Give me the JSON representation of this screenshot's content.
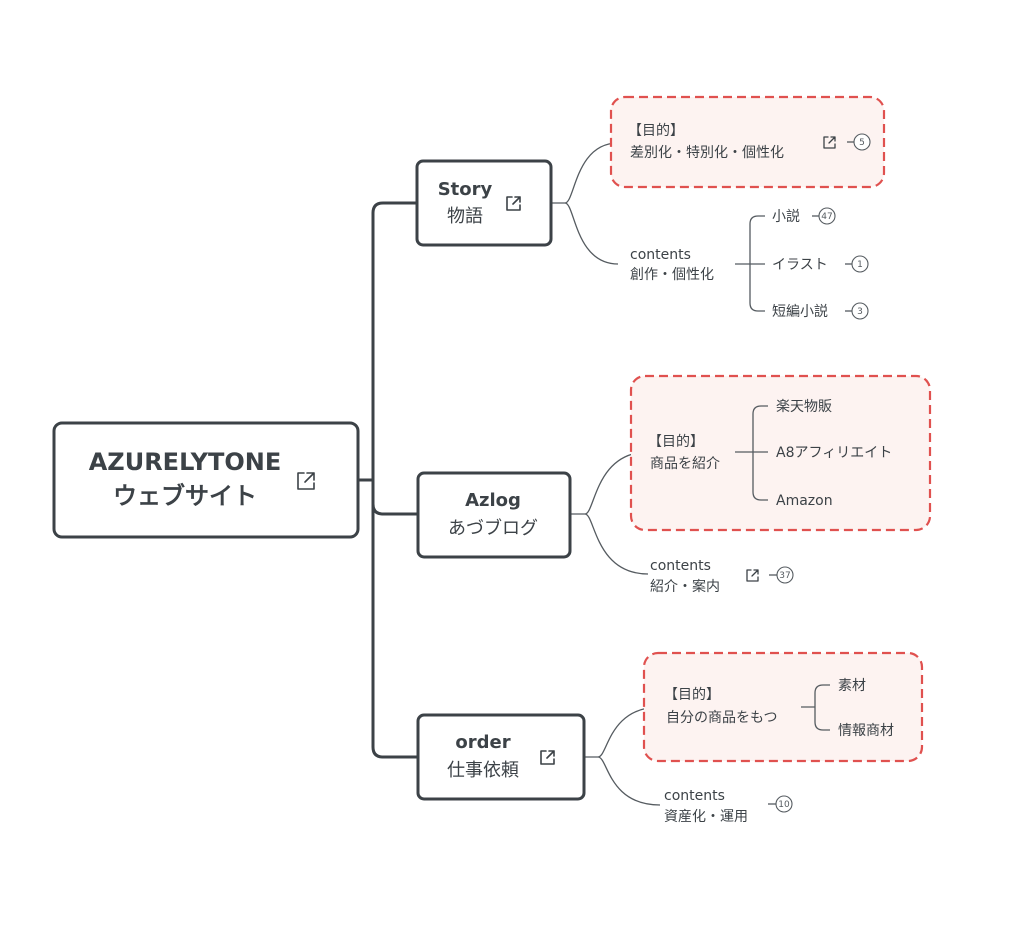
{
  "root": {
    "line1": "AZURELYTONE",
    "line2": "ウェブサイト",
    "icon": "external-link-icon"
  },
  "branches": [
    {
      "title": "Story",
      "subtitle": "物語",
      "purpose": {
        "line1": "【目的】",
        "line2": "差別化・特別化・個性化",
        "badge": "5"
      },
      "contents": {
        "line1": "contents",
        "line2": "創作・個性化",
        "items": [
          {
            "label": "小説",
            "badge": "47"
          },
          {
            "label": "イラスト",
            "badge": "1"
          },
          {
            "label": "短編小説",
            "badge": "3"
          }
        ]
      }
    },
    {
      "title": "Azlog",
      "subtitle": "あづブログ",
      "purpose": {
        "line1": "【目的】",
        "line2": "商品を紹介",
        "items": [
          {
            "label": "楽天物販"
          },
          {
            "label": "A8アフィリエイト"
          },
          {
            "label": "Amazon"
          }
        ]
      },
      "contents": {
        "line1": "contents",
        "line2": "紹介・案内",
        "badge": "37"
      }
    },
    {
      "title": "order",
      "subtitle": "仕事依頼",
      "purpose": {
        "line1": "【目的】",
        "line2": "自分の商品をもつ",
        "items": [
          {
            "label": "素材"
          },
          {
            "label": "情報商材"
          }
        ]
      },
      "contents": {
        "line1": "contents",
        "line2": "資産化・運用",
        "badge": "10"
      }
    }
  ],
  "colors": {
    "node_stroke": "#3c4247",
    "group_stroke": "#e0514f",
    "group_fill": "#fdf3f1"
  }
}
